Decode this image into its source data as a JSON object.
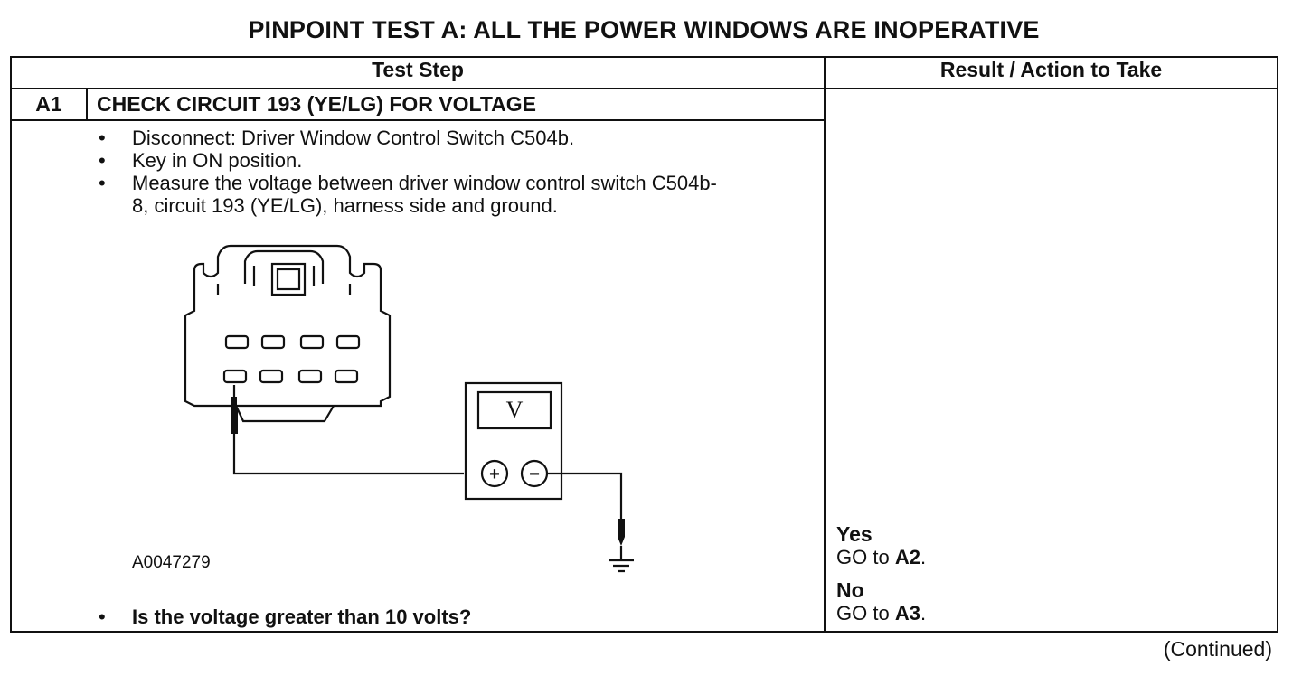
{
  "title": "PINPOINT TEST  A: ALL THE POWER WINDOWS ARE INOPERATIVE",
  "headers": {
    "test_step": "Test Step",
    "result": "Result / Action to Take"
  },
  "step": {
    "id": "A1",
    "title": "CHECK CIRCUIT 193 (YE/LG) FOR VOLTAGE",
    "instructions": [
      "Disconnect: Driver Window Control Switch C504b.",
      "Key in ON position.",
      "Measure the voltage between driver window control switch C504b-8, circuit 193 (YE/LG), harness side and ground."
    ],
    "figure": {
      "id": "A0047279",
      "meter_label": "V",
      "plus": "+",
      "minus": "−"
    },
    "question": "Is the voltage greater than 10 volts?"
  },
  "results": [
    {
      "answer": "Yes",
      "action_prefix": "GO to ",
      "target": "A2",
      "suffix": "."
    },
    {
      "answer": "No",
      "action_prefix": "GO to ",
      "target": "A3",
      "suffix": "."
    }
  ],
  "footer": {
    "continued": "(Continued)"
  }
}
